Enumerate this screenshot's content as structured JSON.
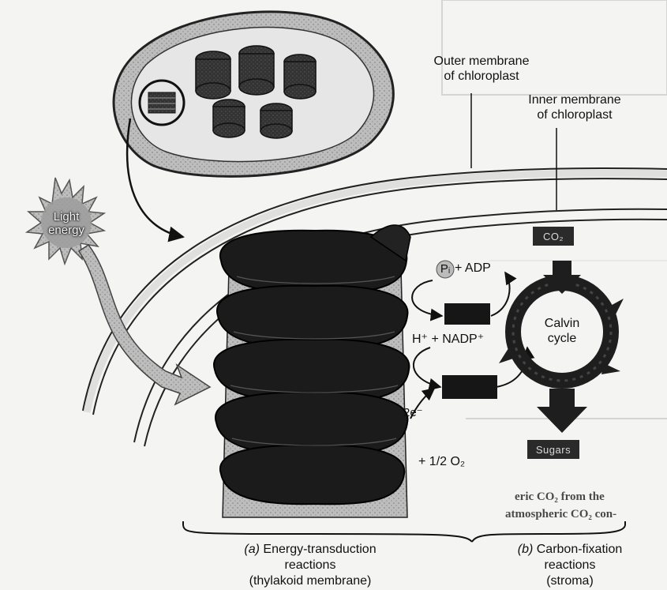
{
  "labels": {
    "outer_membrane_line1": "Outer membrane",
    "outer_membrane_line2": "of chloroplast",
    "inner_membrane_line1": "Inner membrane",
    "inner_membrane_line2": "of chloroplast",
    "light_line1": "Light",
    "light_line2": "energy",
    "calvin_line1": "Calvin",
    "calvin_line2": "cycle",
    "pi_adp": "+ ADP",
    "pi_symbol": "Pᵢ",
    "h_nadp": "H⁺ + NADP⁺",
    "two_e": "2e⁻",
    "h_o2": "+ 1/2 O₂",
    "co2_box": "CO₂",
    "sugars_box": "Sugars"
  },
  "captions": {
    "a_letter": "(a)",
    "a_line1": "Energy-transduction",
    "a_line2": "reactions",
    "a_line3": "(thylakoid membrane)",
    "b_letter": "(b)",
    "b_line1": "Carbon-fixation",
    "b_line2": "reactions",
    "b_line3": "(stroma)"
  },
  "background_text": {
    "line1": "eric CO₂ from the",
    "line2": "atmospheric CO₂ con-"
  },
  "colors": {
    "background": "#f4f4f2",
    "thylakoid": "#1b1b1b",
    "calvin_cycle": "#1e1e1e",
    "membrane": "#bdbdbd",
    "arrow_light": "#9a9a9a"
  }
}
